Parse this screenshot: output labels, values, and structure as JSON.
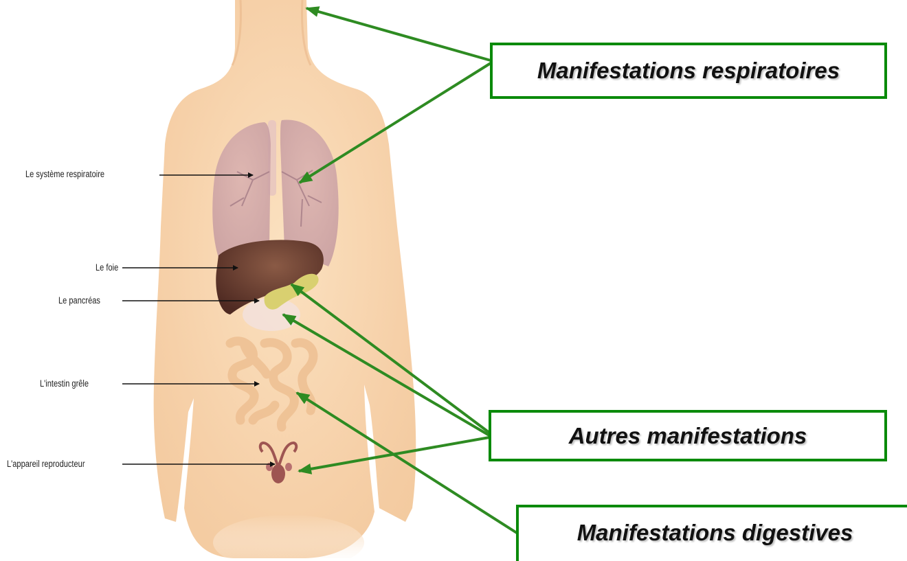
{
  "organ_labels": {
    "respiratory": "Le système  respiratoire",
    "liver": "Le foie",
    "pancreas": "Le pancréas",
    "small_intestine": "L'intestin grêle",
    "reproductive": "L'appareil reproducteur"
  },
  "callouts": {
    "respiratory": "Manifestations respiratoires",
    "other": "Autres manifestations",
    "digestive": "Manifestations digestives"
  },
  "colors": {
    "arrow_green": "#2e8b22",
    "box_border": "#0a8a0a",
    "skin": "#f6d3ad"
  }
}
